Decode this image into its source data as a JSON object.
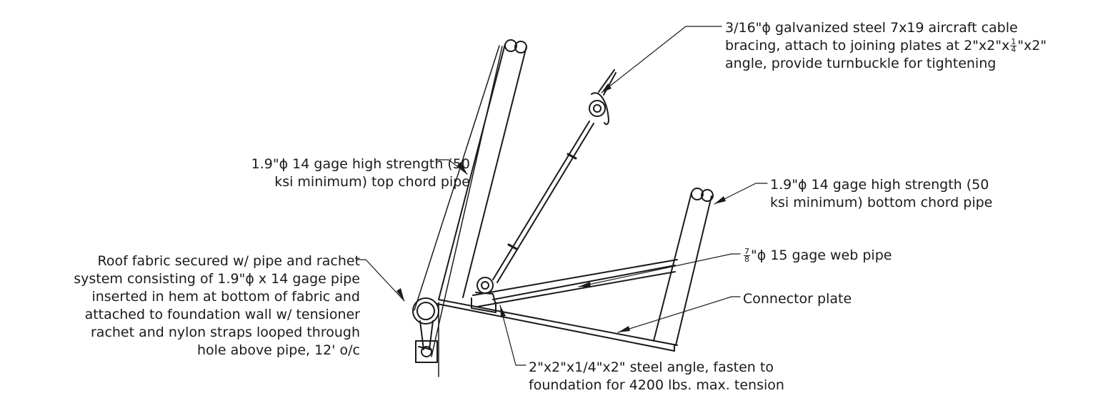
{
  "notes": {
    "cable": {
      "line1": "3/16\"ϕ galvanized steel 7x19 aircraft cable",
      "line2_pre": "bracing, attach to joining plates at 2\"x2\"x",
      "line2_frac_num": "1",
      "line2_frac_den": "4",
      "line2_post": "\"x2\"",
      "line3": "angle, provide turnbuckle for tightening"
    },
    "top_chord": {
      "line1": "1.9\"ϕ 14 gage high strength (50",
      "line2": "ksi minimum) top chord pipe"
    },
    "bottom_chord": {
      "line1": "1.9\"ϕ 14 gage high strength (50",
      "line2": "ksi minimum) bottom chord pipe"
    },
    "web_pipe": {
      "frac_num": "7",
      "frac_den": "8",
      "text": "\"ϕ 15 gage web pipe"
    },
    "connector_plate": {
      "text": "Connector plate"
    },
    "roof_fabric": {
      "line1": "Roof fabric secured w/ pipe and rachet",
      "line2": "system consisting of 1.9\"ϕ x 14 gage pipe",
      "line3": "inserted in hem at bottom of fabric and",
      "line4": "attached to foundation wall w/ tensioner",
      "line5": "rachet and nylon straps looped through",
      "line6": "hole above pipe, 12' o/c"
    },
    "steel_angle": {
      "line1": "2\"x2\"x1/4\"x2\" steel angle, fasten to",
      "line2": "foundation for 4200 lbs. max. tension"
    }
  },
  "colors": {
    "line": "#1a1a1a",
    "background": "#ffffff"
  }
}
